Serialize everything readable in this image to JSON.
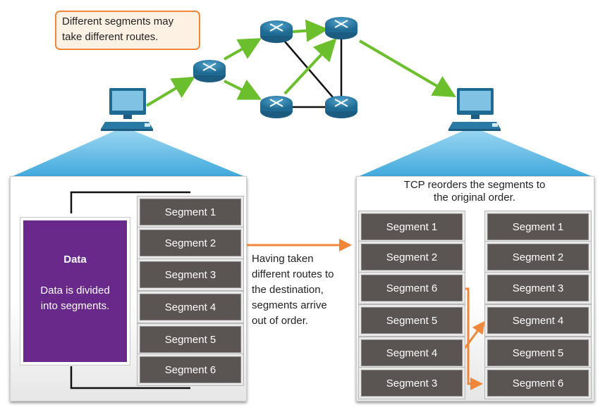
{
  "callout": {
    "line1": "Different segments may",
    "line2": "take different routes."
  },
  "left": {
    "data_title": "Data",
    "data_desc_line1": "Data is divided",
    "data_desc_line2": "into segments.",
    "segments": [
      "Segment 1",
      "Segment 2",
      "Segment 3",
      "Segment 4",
      "Segment 5",
      "Segment 6"
    ]
  },
  "middle": {
    "lines": [
      "Having taken",
      "different routes to",
      "the destination,",
      "segments arrive",
      "out of order."
    ]
  },
  "right": {
    "caption_line1": "TCP reorders the segments to",
    "caption_line2": "the original order.",
    "arrived": [
      "Segment 1",
      "Segment 2",
      "Segment 6",
      "Segment 5",
      "Segment 4",
      "Segment 3"
    ],
    "reordered": [
      "Segment 1",
      "Segment 2",
      "Segment 3",
      "Segment 4",
      "Segment 5",
      "Segment 6"
    ]
  },
  "colors": {
    "route_arrow": "#6cbf2c",
    "callout_border": "#f0873a",
    "reorder_arrow": "#f0873a",
    "data_box": "#68298a",
    "segment_box": "#5a5553",
    "router": "#2a7ba3",
    "beam": "#57b6e6"
  },
  "icons": {
    "router": "router-icon",
    "computer": "computer-icon"
  }
}
